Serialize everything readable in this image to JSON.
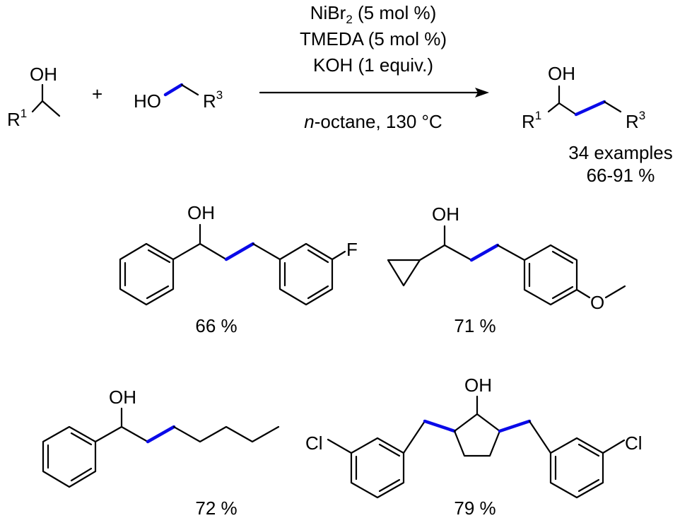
{
  "reaction": {
    "reagent_1": "NiBr",
    "reagent_1_subscript": "2",
    "reagent_1_amount": " (5 mol %)",
    "reagent_2": "TMEDA (5 mol %)",
    "reagent_3": "KOH (1 equiv.)",
    "conditions_prefix": "n",
    "conditions_rest": "-octane, 130 °C",
    "plus": "+",
    "examples": "34 examples",
    "yield_range": "66-91 %"
  },
  "labels": {
    "oh": "OH",
    "ho": "HO",
    "r": "R",
    "r1_sup": "1",
    "r3_sup": "3",
    "f": "F",
    "cl": "Cl",
    "o": "O"
  },
  "products": [
    {
      "yield": "66 %"
    },
    {
      "yield": "71 %"
    },
    {
      "yield": "72 %"
    },
    {
      "yield": "79 %"
    }
  ],
  "colors": {
    "highlight_bond": "#0a0ae8",
    "bond": "#000000",
    "background": "#ffffff"
  }
}
